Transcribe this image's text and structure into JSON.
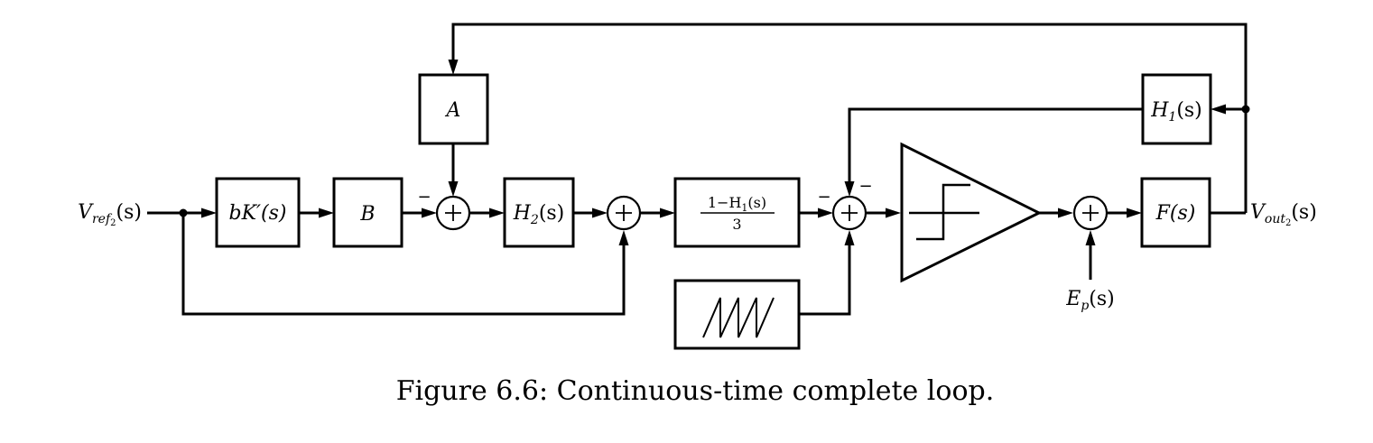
{
  "blocks": {
    "bk": "bK′(s)",
    "b": "B",
    "a": "A",
    "h2": "H",
    "h2_sub": "2",
    "frac_num": "1−H",
    "frac_num_sub": "1",
    "frac_num_tail": "(s)",
    "frac_den": "3",
    "h1": "H",
    "h1_sub": "1",
    "f": "F(s)",
    "arg": "(s)"
  },
  "signals": {
    "vref": "V",
    "vref_sub": "ref",
    "vref_subsub": "2",
    "vout": "V",
    "vout_sub": "out",
    "vout_subsub": "2",
    "ep": "E",
    "ep_sub": "p",
    "arg": "(s)"
  },
  "signs": {
    "minus": "−",
    "plus": "+"
  },
  "caption": "Figure 6.6: Continuous-time complete loop."
}
